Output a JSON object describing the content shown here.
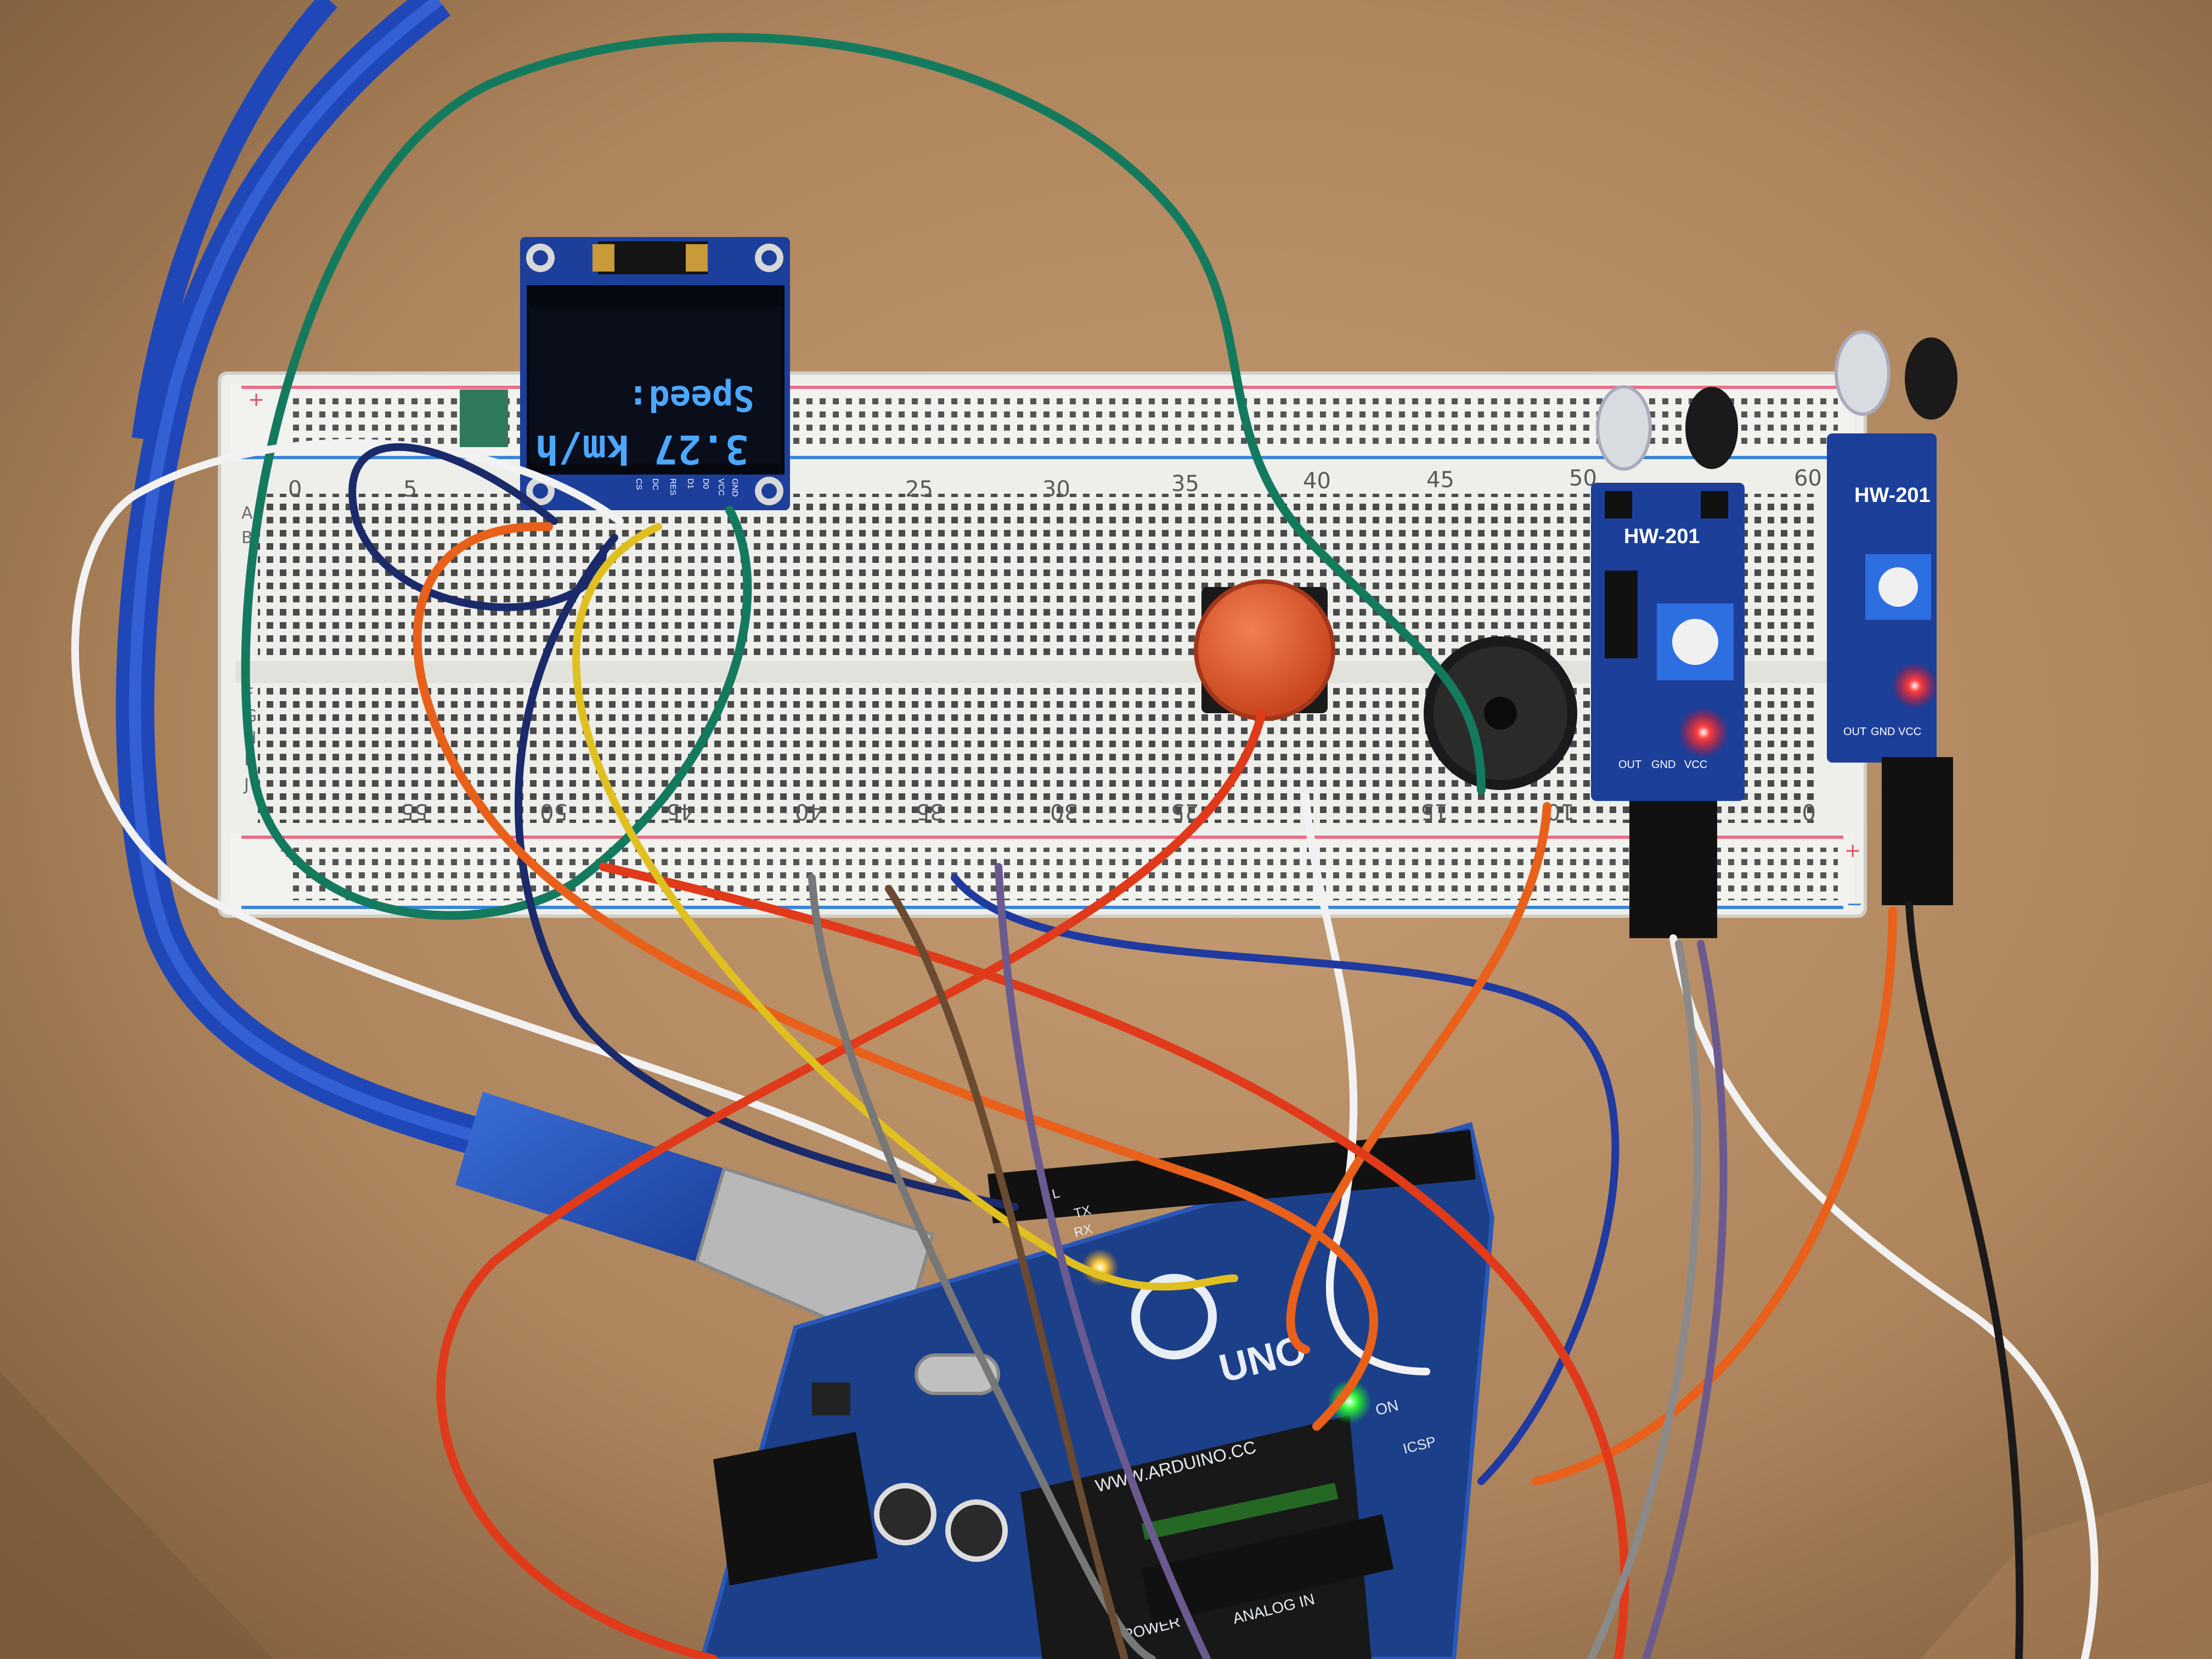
{
  "oled": {
    "line1": "Speed:",
    "line2": "3.27 km/h",
    "pins": [
      "GND",
      "VCC",
      "D0",
      "D1",
      "RES",
      "DC",
      "CS"
    ]
  },
  "breadboard": {
    "top_numbers": [
      "0",
      "5",
      "25",
      "30",
      "35",
      "40",
      "45",
      "50",
      "60"
    ],
    "bottom_numbers": [
      "55",
      "50",
      "45",
      "40",
      "35",
      "30",
      "25",
      "15",
      "10",
      "0"
    ],
    "row_letters": [
      "A",
      "B",
      "F",
      "G",
      "H",
      "I",
      "J"
    ],
    "plus": "+",
    "minus": "−"
  },
  "sensor_left": {
    "title": "HW-201",
    "pins": [
      "OUT",
      "GND",
      "VCC"
    ]
  },
  "sensor_right": {
    "title": "HW-201",
    "pins": [
      "OUT",
      "GND",
      "VCC"
    ]
  },
  "arduino": {
    "logo": "UNO",
    "brand": "WWW.ARDUINO.CC",
    "on_label": "ON",
    "power_label": "POWER",
    "analog_label": "ANALOG IN",
    "tx_label": "TX",
    "rx_label": "RX",
    "l_label": "L",
    "icsp_label": "ICSP"
  },
  "colors": {
    "cardboard": "#b8906a",
    "breadboard": "#eeeeea",
    "oled_text": "#4aa8ff",
    "pcb_blue": "#1c3f8a",
    "led_red": "#ff2a2a",
    "led_green": "#3cff3c"
  }
}
